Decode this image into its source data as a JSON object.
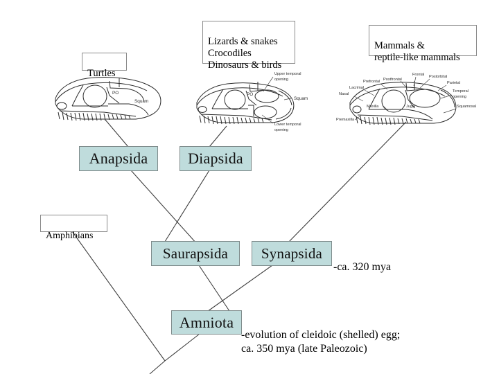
{
  "diagram": {
    "title": "Amniote phylogeny cladogram"
  },
  "captions": [
    {
      "name": "turtles",
      "text": "Turtles"
    },
    {
      "name": "diapsid-groups",
      "text": "Lizards & snakes\nCrocodiles\nDinosaurs & birds"
    },
    {
      "name": "synapsid-groups",
      "text": "Mammals &\nreptile-like mammals"
    },
    {
      "name": "amphibians",
      "text": "Amphibians"
    }
  ],
  "taxa": [
    {
      "name": "anapsida",
      "label": "Anapsida"
    },
    {
      "name": "diapsida",
      "label": "Diapsida"
    },
    {
      "name": "saurapsida",
      "label": "Saurapsida"
    },
    {
      "name": "synapsida",
      "label": "Synapsida"
    },
    {
      "name": "amniota",
      "label": "Amniota"
    }
  ],
  "annotations": [
    {
      "name": "synapsida-age-note",
      "text": "-ca. 320 mya"
    },
    {
      "name": "amniota-note",
      "text": "-evolution of cleidoic (shelled) egg;\n  ca. 350 mya (late Paleozoic)"
    }
  ],
  "skulls": {
    "anapsid": {
      "name": "anapsid-skull",
      "labels": [
        "PO",
        "Squam"
      ]
    },
    "diapsid": {
      "name": "diapsid-skull",
      "labels": [
        "Upper temporal",
        "opening",
        "PO",
        "Squam",
        "Lower temporal",
        "opening"
      ]
    },
    "synapsid": {
      "name": "synapsid-skull",
      "labels": [
        "Postfrontal",
        "Frontal",
        "Postorbital",
        "Prefrontal",
        "Parietal",
        "Lacrimal",
        "Temporal",
        "opening",
        "Nasal",
        "Squamosal",
        "Maxilla",
        "Jugal",
        "Premaxilla"
      ]
    }
  },
  "colors": {
    "taxon_fill": "#bfdcdc",
    "taxon_border": "#7e8b8b",
    "branch": "#3d3d3d",
    "caption_border": "#8a8a8a",
    "background": "#ffffff"
  }
}
